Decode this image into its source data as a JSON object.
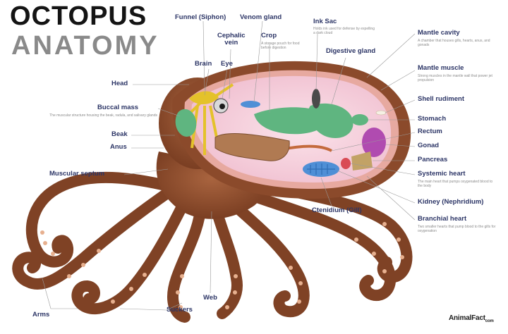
{
  "title": {
    "line1": "OCTOPUS",
    "line2": "ANATOMY"
  },
  "labels": {
    "funnel": "Funnel (Siphon)",
    "venom_gland": "Venom gland",
    "cephalic_vein": "Cephalic\nvein",
    "crop": "Crop",
    "crop_desc": "A storage pouch for food before digestion",
    "ink_sac": "Ink Sac",
    "ink_sac_desc": "Holds ink used for defense by expelling a dark cloud",
    "digestive_gland": "Digestive gland",
    "mantle_cavity": "Mantle cavity",
    "mantle_cavity_desc": "A chamber that houses gills, hearts, anus, and gonads",
    "mantle_muscle": "Mantle muscle",
    "mantle_muscle_desc": "Strong muscles in the mantle wall that power jet propulsion",
    "brain": "Brain",
    "eye": "Eye",
    "head": "Head",
    "buccal_mass": "Buccal mass",
    "buccal_mass_desc": "The muscular structure housing the beak, radula, and salivary glands",
    "beak": "Beak",
    "anus": "Anus",
    "muscular_septum": "Muscular septum",
    "shell_rudiment": "Shell rudiment",
    "stomach": "Stomach",
    "rectum": "Rectum",
    "gonad": "Gonad",
    "pancreas": "Pancreas",
    "systemic_heart": "Systemic heart",
    "systemic_heart_desc": "The main heart that pumps oxygenated blood to the body",
    "kidney": "Kidney (Nephridium)",
    "branchial_heart": "Branchial heart",
    "branchial_heart_desc": "Two smaller hearts that pump blood to the gills for oxygenation",
    "ctenidium": "Ctenidium (Gill)",
    "web": "Web",
    "arms": "Arms",
    "suckers": "Suckers"
  },
  "brand": {
    "name": "AnimalFact",
    "suffix": "com"
  },
  "colors": {
    "skin": "#8b4a2b",
    "skin_dark": "#5c2d17",
    "skin_light": "#a9643f",
    "mantle_inner": "#f3c8d6",
    "mantle_border": "#e7a9a0",
    "organ_green": "#5fb580",
    "nerve_yellow": "#e4c22a",
    "gill_blue": "#4f8fd6",
    "gonad_purple": "#b04bb0",
    "pancreas_olive": "#c2a266",
    "label_navy": "#2c3566",
    "desc_gray": "#8c8c8c"
  }
}
